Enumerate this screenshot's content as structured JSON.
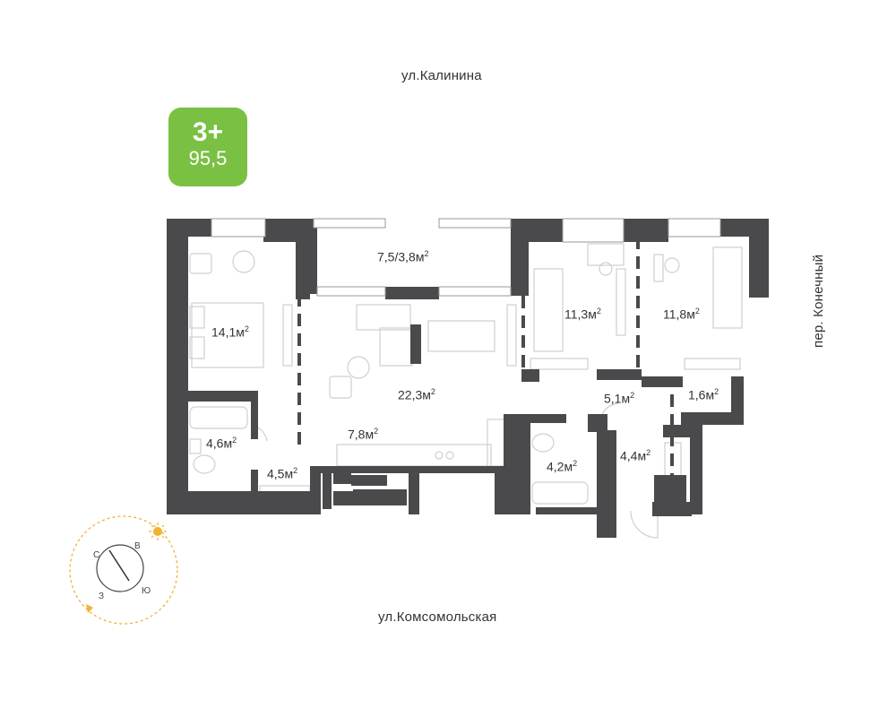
{
  "colors": {
    "wall": "#4a4a4c",
    "accent": "#79c043",
    "furniture": "#cfcfcf",
    "sun": "#f2b233"
  },
  "streets": {
    "top": "ул.Калинина",
    "bottom": "ул.Комсомольская",
    "right": "пер. Конечный"
  },
  "badge": {
    "rooms": "3+",
    "area": "95,5"
  },
  "rooms": [
    {
      "value": "7,5/3,8м",
      "sup": "2"
    },
    {
      "value": "14,1м",
      "sup": "2"
    },
    {
      "value": "22,3м",
      "sup": "2"
    },
    {
      "value": "11,3м",
      "sup": "2"
    },
    {
      "value": "11,8м",
      "sup": "2"
    },
    {
      "value": "5,1м",
      "sup": "2"
    },
    {
      "value": "1,6м",
      "sup": "2"
    },
    {
      "value": "7,8м",
      "sup": "2"
    },
    {
      "value": "4,6м",
      "sup": "2"
    },
    {
      "value": "4,5м",
      "sup": "2"
    },
    {
      "value": "4,2м",
      "sup": "2"
    },
    {
      "value": "4,4м",
      "sup": "2"
    }
  ],
  "compass": {
    "north": "С",
    "east": "В",
    "south": "Ю",
    "west": "З"
  }
}
